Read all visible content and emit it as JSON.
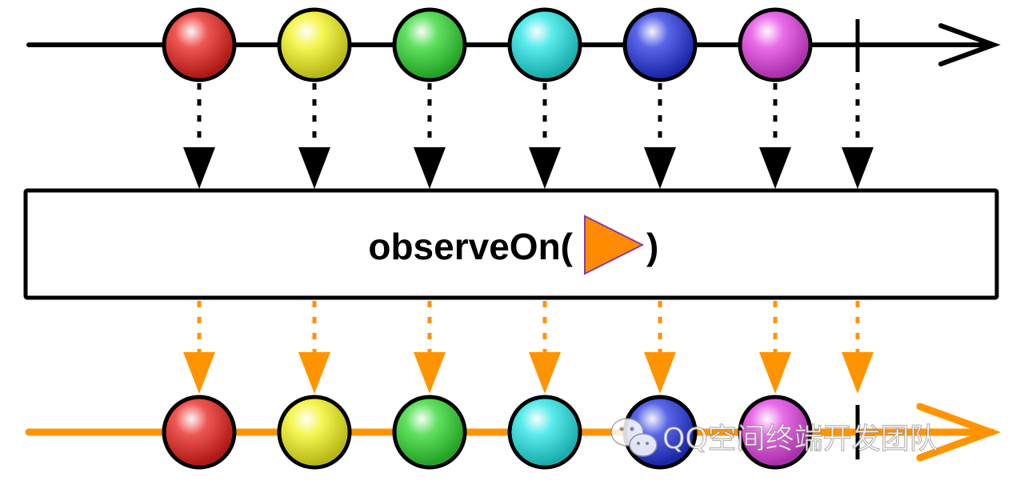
{
  "operator": {
    "name": "observeOn(",
    "close": ")",
    "scheduler_icon": "scheduler-triangle-icon",
    "scheduler_color": "#FF8C00",
    "scheduler_stroke": "#8B3A9E"
  },
  "source_stream": {
    "line_color": "#000000",
    "items": [
      {
        "color": "red",
        "fill": "#E8201A"
      },
      {
        "color": "yellow",
        "fill": "#F2F21A"
      },
      {
        "color": "green",
        "fill": "#2ED62E"
      },
      {
        "color": "cyan",
        "fill": "#22E4E4"
      },
      {
        "color": "blue",
        "fill": "#2233E0"
      },
      {
        "color": "magenta",
        "fill": "#E23DE2"
      }
    ],
    "terminates": true
  },
  "output_stream": {
    "line_color": "#FF9400",
    "items": [
      {
        "color": "red",
        "fill": "#E8201A"
      },
      {
        "color": "yellow",
        "fill": "#F2F21A"
      },
      {
        "color": "green",
        "fill": "#2ED62E"
      },
      {
        "color": "cyan",
        "fill": "#22E4E4"
      },
      {
        "color": "blue",
        "fill": "#2233E0"
      },
      {
        "color": "magenta",
        "fill": "#E23DE2"
      }
    ],
    "terminates": true
  },
  "arrows": {
    "input_color": "#000000",
    "output_color": "#FF9400"
  },
  "watermark": {
    "icon": "wechat-icon",
    "text": "QQ空间终端开发团队"
  }
}
